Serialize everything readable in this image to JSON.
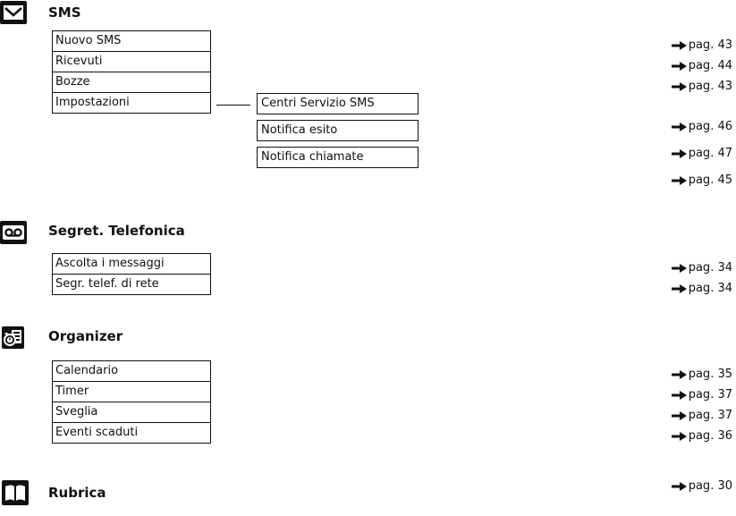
{
  "sections": {
    "sms": {
      "icon": "envelope-icon",
      "title": "SMS",
      "items": [
        {
          "label": "Nuovo SMS",
          "ref": "pag. 43"
        },
        {
          "label": "Ricevuti",
          "ref": "pag. 44"
        },
        {
          "label": "Bozze",
          "ref": "pag. 43"
        },
        {
          "label": "Impostazioni",
          "ref": ""
        }
      ],
      "sub_items": [
        {
          "label": "Centri Servizio SMS",
          "ref": "pag. 46"
        },
        {
          "label": "Notifica esito",
          "ref": "pag. 47"
        },
        {
          "label": "Notifica chiamate",
          "ref": "pag. 45"
        }
      ]
    },
    "answering_machine": {
      "icon": "voicemail-icon",
      "title": "Segret. Telefonica",
      "items": [
        {
          "label": "Ascolta i messaggi",
          "ref": "pag. 34"
        },
        {
          "label": "Segr. telef. di rete",
          "ref": "pag. 34"
        }
      ]
    },
    "organizer": {
      "icon": "organizer-icon",
      "title": "Organizer",
      "items": [
        {
          "label": "Calendario",
          "ref": "pag. 35"
        },
        {
          "label": "Timer",
          "ref": "pag. 37"
        },
        {
          "label": "Sveglia",
          "ref": "pag. 37"
        },
        {
          "label": "Eventi scaduti",
          "ref": "pag. 36"
        }
      ]
    },
    "directory": {
      "icon": "book-icon",
      "title": "Rubrica",
      "ref": "pag. 30"
    }
  },
  "colors": {
    "text": "#111111",
    "background": "#ffffff"
  }
}
